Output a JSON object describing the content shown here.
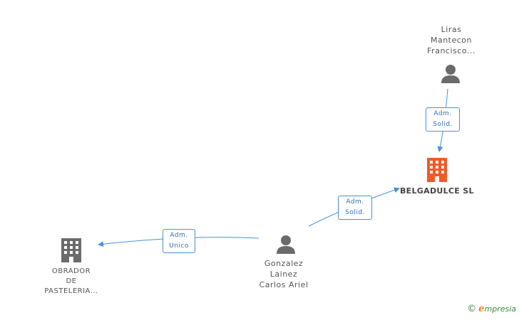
{
  "nodes": {
    "liras": {
      "lines": [
        "Liras",
        "Mantecon",
        "Francisco..."
      ],
      "type": "person"
    },
    "belgadulce": {
      "name": "BELGADULCE SL",
      "type": "company",
      "color": "#f05a28"
    },
    "gonzalez": {
      "lines": [
        "Gonzalez",
        "Lainez",
        "Carlos Ariel"
      ],
      "type": "person"
    },
    "obrador": {
      "lines": [
        "OBRADOR",
        "DE",
        "PASTELERIA..."
      ],
      "type": "company"
    }
  },
  "edges": {
    "liras_belgadulce": {
      "lines": [
        "Adm.",
        "Solid."
      ]
    },
    "gonzalez_belgadulce": {
      "lines": [
        "Adm.",
        "Solid."
      ]
    },
    "gonzalez_obrador": {
      "lines": [
        "Adm.",
        "Unico"
      ]
    }
  },
  "colors": {
    "edge": "#4a90d9",
    "person_icon": "#6b6b6b",
    "company_icon": "#6b6b6b",
    "accent_company": "#f05a28"
  },
  "brand": {
    "copyright": "©",
    "initial": "e",
    "rest": "mpresia"
  }
}
